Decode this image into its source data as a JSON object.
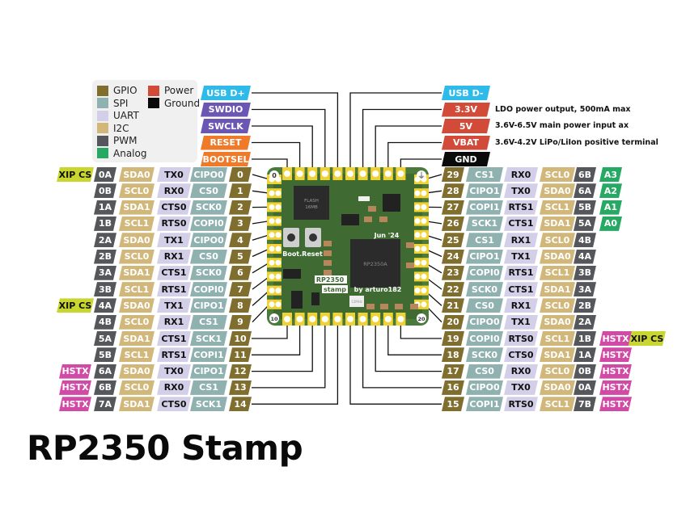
{
  "title": "RP2350 Stamp",
  "colors": {
    "GPIO": "#7f6e2e",
    "SPI": "#8fb1b0",
    "UART": "#d4cfe8",
    "I2C": "#d1b77a",
    "PWM": "#55575a",
    "Analog": "#27a863",
    "Power": "#d24a38",
    "Ground": "#0a0a0a",
    "USB": "#2fbbea",
    "SWD": "#6b56b4",
    "Control": "#ef7a2a",
    "HSTX": "#d14aa6",
    "XIP": "#c8d62f",
    "board": "#4a7a3c",
    "pad": "#f0d232"
  },
  "legend": [
    {
      "label": "GPIO",
      "color_key": "GPIO"
    },
    {
      "label": "SPI",
      "color_key": "SPI"
    },
    {
      "label": "UART",
      "color_key": "UART"
    },
    {
      "label": "I2C",
      "color_key": "I2C"
    },
    {
      "label": "PWM",
      "color_key": "PWM"
    },
    {
      "label": "Analog",
      "color_key": "Analog"
    },
    {
      "label": "Power",
      "color_key": "Power"
    },
    {
      "label": "Ground",
      "color_key": "Ground"
    }
  ],
  "top_left_pins": [
    {
      "label": "USB D+",
      "color_key": "USB"
    },
    {
      "label": "SWDIO",
      "color_key": "SWD"
    },
    {
      "label": "SWCLK",
      "color_key": "SWD"
    },
    {
      "label": "RESET",
      "color_key": "Control"
    },
    {
      "label": "BOOTSEL",
      "color_key": "Control"
    }
  ],
  "top_right_pins": [
    {
      "label": "USB D-",
      "color_key": "USB",
      "note": ""
    },
    {
      "label": "3.3V",
      "color_key": "Power",
      "note": "LDO power output, 500mA max"
    },
    {
      "label": "5V",
      "color_key": "Power",
      "note": "3.6V-6.5V main power input   ax"
    },
    {
      "label": "VBAT",
      "color_key": "Power",
      "note": "3.6V-4.2V LiPo/LiIon positive terminal"
    },
    {
      "label": "GND",
      "color_key": "Ground",
      "note": ""
    }
  ],
  "left_pins": [
    {
      "gpio": "0",
      "spi": "CIPO0",
      "uart": "TX0",
      "i2c": "SDA0",
      "pwm": "0A",
      "extra": [],
      "xip": "XIP CS"
    },
    {
      "gpio": "1",
      "spi": "CS0",
      "uart": "RX0",
      "i2c": "SCL0",
      "pwm": "0B",
      "extra": [],
      "xip": ""
    },
    {
      "gpio": "2",
      "spi": "SCK0",
      "uart": "CTS0",
      "i2c": "SDA1",
      "pwm": "1A",
      "extra": [],
      "xip": ""
    },
    {
      "gpio": "3",
      "spi": "COPI0",
      "uart": "RTS0",
      "i2c": "SCL1",
      "pwm": "1B",
      "extra": [],
      "xip": ""
    },
    {
      "gpio": "4",
      "spi": "CIPO0",
      "uart": "TX1",
      "i2c": "SDA0",
      "pwm": "2A",
      "extra": [],
      "xip": ""
    },
    {
      "gpio": "5",
      "spi": "CS0",
      "uart": "RX1",
      "i2c": "SCL0",
      "pwm": "2B",
      "extra": [],
      "xip": ""
    },
    {
      "gpio": "6",
      "spi": "SCK0",
      "uart": "CTS1",
      "i2c": "SDA1",
      "pwm": "3A",
      "extra": [],
      "xip": ""
    },
    {
      "gpio": "7",
      "spi": "COPI0",
      "uart": "RTS1",
      "i2c": "SCL1",
      "pwm": "3B",
      "extra": [],
      "xip": ""
    },
    {
      "gpio": "8",
      "spi": "CIPO1",
      "uart": "TX1",
      "i2c": "SDA0",
      "pwm": "4A",
      "extra": [],
      "xip": "XIP CS"
    },
    {
      "gpio": "9",
      "spi": "CS1",
      "uart": "RX1",
      "i2c": "SCL0",
      "pwm": "4B",
      "extra": [],
      "xip": ""
    },
    {
      "gpio": "10",
      "spi": "SCK1",
      "uart": "CTS1",
      "i2c": "SDA1",
      "pwm": "5A",
      "extra": [],
      "xip": ""
    },
    {
      "gpio": "11",
      "spi": "COPI1",
      "uart": "RTS1",
      "i2c": "SCL1",
      "pwm": "5B",
      "extra": [],
      "xip": ""
    },
    {
      "gpio": "12",
      "spi": "CIPO1",
      "uart": "TX0",
      "i2c": "SDA0",
      "pwm": "6A",
      "extra": [],
      "xip": "HSTX"
    },
    {
      "gpio": "13",
      "spi": "CS1",
      "uart": "RX0",
      "i2c": "SCL0",
      "pwm": "6B",
      "extra": [],
      "xip": "HSTX"
    },
    {
      "gpio": "14",
      "spi": "SCK1",
      "uart": "CTS0",
      "i2c": "SDA1",
      "pwm": "7A",
      "extra": [],
      "xip": "HSTX"
    }
  ],
  "right_pins": [
    {
      "gpio": "29",
      "spi": "CS1",
      "uart": "RX0",
      "i2c": "SCL0",
      "pwm": "6B",
      "analog": "A3",
      "hstx": "",
      "xip": ""
    },
    {
      "gpio": "28",
      "spi": "CIPO1",
      "uart": "TX0",
      "i2c": "SDA0",
      "pwm": "6A",
      "analog": "A2",
      "hstx": "",
      "xip": ""
    },
    {
      "gpio": "27",
      "spi": "COPI1",
      "uart": "RTS1",
      "i2c": "SCL1",
      "pwm": "5B",
      "analog": "A1",
      "hstx": "",
      "xip": ""
    },
    {
      "gpio": "26",
      "spi": "SCK1",
      "uart": "CTS1",
      "i2c": "SDA1",
      "pwm": "5A",
      "analog": "A0",
      "hstx": "",
      "xip": ""
    },
    {
      "gpio": "25",
      "spi": "CS1",
      "uart": "RX1",
      "i2c": "SCL0",
      "pwm": "4B",
      "analog": "",
      "hstx": "",
      "xip": ""
    },
    {
      "gpio": "24",
      "spi": "CIPO1",
      "uart": "TX1",
      "i2c": "SDA0",
      "pwm": "4A",
      "analog": "",
      "hstx": "",
      "xip": ""
    },
    {
      "gpio": "23",
      "spi": "COPI0",
      "uart": "RTS1",
      "i2c": "SCL1",
      "pwm": "3B",
      "analog": "",
      "hstx": "",
      "xip": ""
    },
    {
      "gpio": "22",
      "spi": "SCK0",
      "uart": "CTS1",
      "i2c": "SDA1",
      "pwm": "3A",
      "analog": "",
      "hstx": "",
      "xip": ""
    },
    {
      "gpio": "21",
      "spi": "CS0",
      "uart": "RX1",
      "i2c": "SCL0",
      "pwm": "2B",
      "analog": "",
      "hstx": "",
      "xip": ""
    },
    {
      "gpio": "20",
      "spi": "CIPO0",
      "uart": "TX1",
      "i2c": "SDA0",
      "pwm": "2A",
      "analog": "",
      "hstx": "",
      "xip": ""
    },
    {
      "gpio": "19",
      "spi": "COPI0",
      "uart": "RTS0",
      "i2c": "SCL1",
      "pwm": "1B",
      "analog": "",
      "hstx": "HSTX",
      "xip": "XIP CS"
    },
    {
      "gpio": "18",
      "spi": "SCK0",
      "uart": "CTS0",
      "i2c": "SDA1",
      "pwm": "1A",
      "analog": "",
      "hstx": "HSTX",
      "xip": ""
    },
    {
      "gpio": "17",
      "spi": "CS0",
      "uart": "RX0",
      "i2c": "SCL0",
      "pwm": "0B",
      "analog": "",
      "hstx": "HSTX",
      "xip": ""
    },
    {
      "gpio": "16",
      "spi": "CIPO0",
      "uart": "TX0",
      "i2c": "SDA0",
      "pwm": "0A",
      "analog": "",
      "hstx": "HSTX",
      "xip": ""
    },
    {
      "gpio": "15",
      "spi": "COPI1",
      "uart": "RTS0",
      "i2c": "SCL1",
      "pwm": "7B",
      "analog": "",
      "hstx": "HSTX",
      "xip": ""
    }
  ],
  "board": {
    "corner_labels": [
      "0",
      "10",
      "20"
    ],
    "ground_symbol": "⏚",
    "silkscreen": {
      "flash": "FLASH\n16MB",
      "buttons": "Boot.Reset",
      "date": "Jun '24",
      "chip": "RP2350A",
      "name1": "RP2350",
      "name2": "stamp",
      "author": "by arturo182",
      "crystal": "12MHz"
    }
  }
}
